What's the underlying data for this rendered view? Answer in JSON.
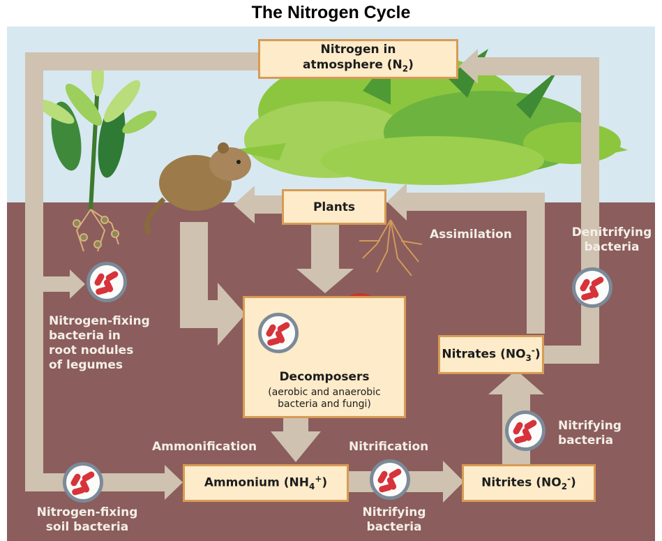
{
  "title": "The Nitrogen Cycle",
  "boxes": {
    "atmosphere": {
      "line1": "Nitrogen in",
      "line2_prefix": "atmosphere (N",
      "line2_sub": "2",
      "line2_suffix": ")"
    },
    "plants": "Plants",
    "decomposers": {
      "title": "Decomposers",
      "line1": "(aerobic and anaerobic",
      "line2": "bacteria and fungi)"
    },
    "ammonium": {
      "prefix": "Ammonium (NH",
      "sub": "4",
      "sup": "+",
      "suffix": ")"
    },
    "nitrites": {
      "prefix": "Nitrites (NO",
      "sub": "2",
      "sup": "-",
      "suffix": ")"
    },
    "nitrates": {
      "prefix": "Nitrates (NO",
      "sub": "3",
      "sup": "-",
      "suffix": ")"
    }
  },
  "labels": {
    "assimilation": "Assimilation",
    "denitrifying": [
      "Denitrifying",
      "bacteria"
    ],
    "legume_bacteria": [
      "Nitrogen-fixing",
      "bacteria in",
      "root nodules",
      "of legumes"
    ],
    "soil_bacteria": [
      "Nitrogen-fixing",
      "soil bacteria"
    ],
    "ammonification": "Ammonification",
    "nitrification": "Nitrification",
    "nitrifying_bottom": [
      "Nitrifying",
      "bacteria"
    ],
    "nitrifying_right": [
      "Nitrifying",
      "bacteria"
    ]
  },
  "colors": {
    "sky": "#d7e8f1",
    "soil": "#8b5d5d",
    "arrow": "#cfc2b0",
    "box_fill": "#fdebc9",
    "box_border": "#d79b54",
    "bacteria_rod": "#d7333b",
    "bacteria_ring": "#7b8a99"
  }
}
